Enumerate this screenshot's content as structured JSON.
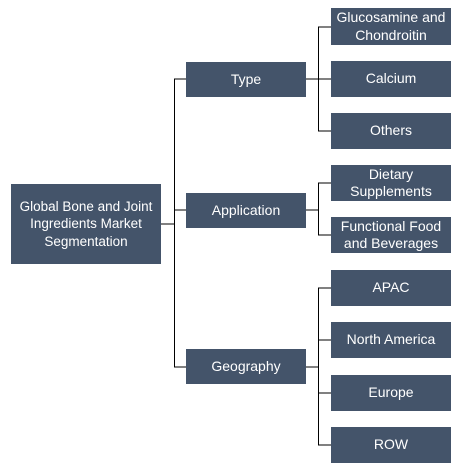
{
  "root": {
    "label": "Global Bone and Joint Ingredients Market Segmentation"
  },
  "branches": [
    {
      "label": "Type",
      "children": [
        "Glucosamine and Chondroitin",
        "Calcium",
        "Others"
      ]
    },
    {
      "label": "Application",
      "children": [
        "Dietary Supplements",
        "Functional Food and Beverages"
      ]
    },
    {
      "label": "Geography",
      "children": [
        "APAC",
        "North America",
        "Europe",
        "ROW"
      ]
    }
  ],
  "colors": {
    "box": "#44546a",
    "text": "#ffffff",
    "line": "#000000"
  }
}
